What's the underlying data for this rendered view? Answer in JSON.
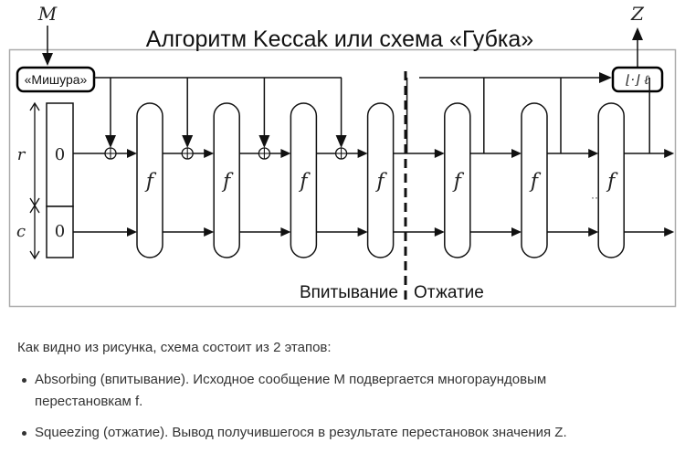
{
  "figure": {
    "title": "Алгоритм Keccak или схема «Губка»",
    "input_label": "M",
    "output_label": "Z",
    "padding_box_label": "«Мишура»",
    "truncate_box_label": "⌊·⌋ ℓ",
    "rate_label": "r",
    "capacity_label": "c",
    "state_rate_value": "0",
    "state_capacity_value": "0",
    "function_label": "f",
    "ellipsis": "···",
    "phase_absorb_label": "Впитывание",
    "phase_squeeze_label": "Отжатие",
    "absorb_rounds": 4,
    "squeeze_rounds": 3,
    "squeeze_outputs": 3
  },
  "text": {
    "intro": "Как видно из рисунка, схема состоит из 2 этапов:",
    "bullets": [
      "Absorbing (впитывание). Исходное сообщение M подвергается многораундовым перестановкам f.",
      "Squeezing (отжатие). Вывод получившегося в результате перестановок значения Z."
    ]
  }
}
